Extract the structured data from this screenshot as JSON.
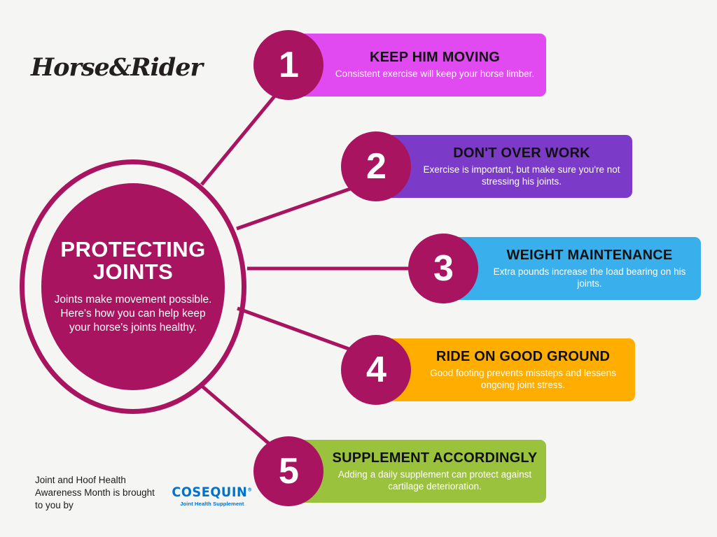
{
  "brand": {
    "logo_text": "Horse&Rider"
  },
  "hub": {
    "title": "PROTECTING JOINTS",
    "description": "Joints make movement possible. Here's how you can help keep your horse's joints healthy.",
    "color": "#a8145f"
  },
  "steps": [
    {
      "number": "1",
      "title": "KEEP HIM MOVING",
      "description": "Consistent exercise will keep your horse limber.",
      "color": "#e04af0"
    },
    {
      "number": "2",
      "title": "DON'T OVER WORK",
      "description": "Exercise is important, but make sure you're not stressing his joints.",
      "color": "#7b3bc8"
    },
    {
      "number": "3",
      "title": "WEIGHT MAINTENANCE",
      "description": "Extra pounds increase the load bearing on his joints.",
      "color": "#39b0ec"
    },
    {
      "number": "4",
      "title": "RIDE ON GOOD GROUND",
      "description": "Good footing prevents missteps and lessens ongoing joint stress.",
      "color": "#ffae00"
    },
    {
      "number": "5",
      "title": "SUPPLEMENT ACCORDINGLY",
      "description": "Adding a daily supplement can protect against cartilage deterioration.",
      "color": "#9ac23c"
    }
  ],
  "footer": {
    "sponsor_text": "Joint and Hoof Health Awareness Month is brought to you by",
    "sponsor_name": "COSEQUIN",
    "sponsor_reg": "®",
    "sponsor_tagline": "Joint Health Supplement",
    "sponsor_color": "#0072ce"
  },
  "theme": {
    "background": "#f5f5f3",
    "accent": "#a8145f",
    "connector_color": "#a8145f"
  }
}
